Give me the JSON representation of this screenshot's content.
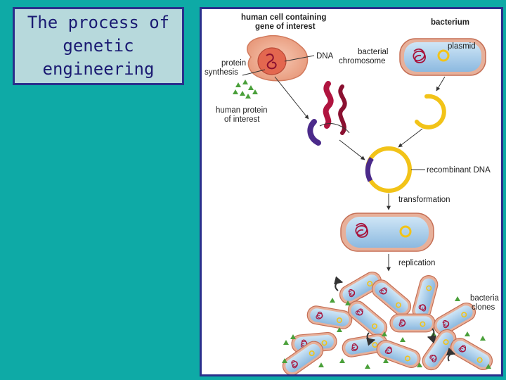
{
  "slide": {
    "title": "The process of\ngenetic\nengineering"
  },
  "diagram": {
    "labels": {
      "human_cell": "human cell containing",
      "gene_of_interest": "gene of interest",
      "bacterium": "bacterium",
      "dna": "DNA",
      "bacterial": "bacterial",
      "chromosome": "chromosome",
      "plasmid": "plasmid",
      "protein": "protein",
      "synthesis": "synthesis",
      "human_protein": "human protein",
      "of_interest": "of interest",
      "recombinant_dna": "recombinant DNA",
      "transformation": "transformation",
      "replication": "replication",
      "bacteria_1": "bacteria",
      "bacteria_2": "clones"
    },
    "colors": {
      "background": "#0eaaa6",
      "title_box": "#b7d9dc",
      "frame_border": "#2a2f8c",
      "plasmid_yellow": "#f2c318",
      "gene_purple": "#4b2a8a",
      "dna_red": "#a8123a",
      "protein_green": "#4aa03a",
      "bacterium_fill": "#a9cde8",
      "bacterium_rim": "#d88a6a"
    }
  }
}
